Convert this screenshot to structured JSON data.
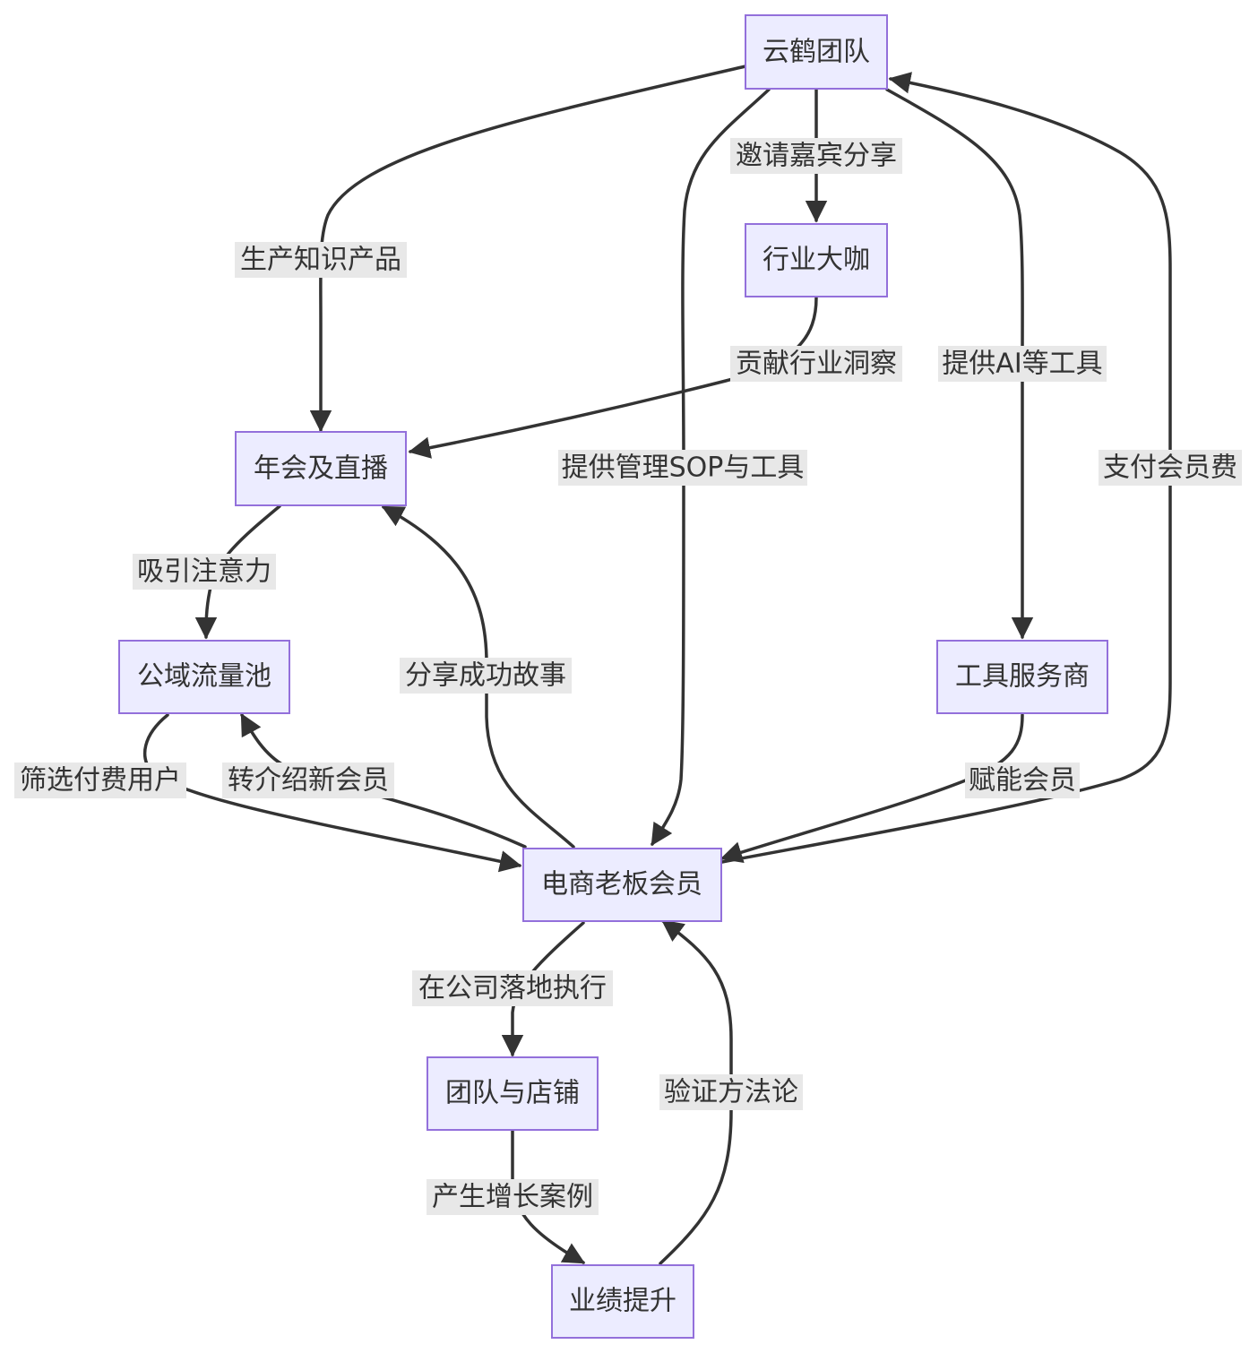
{
  "nodes": {
    "yunhe": "云鹤团队",
    "experts": "行业大咖",
    "annual": "年会及直播",
    "public_pool": "公域流量池",
    "tool_vendors": "工具服务商",
    "members": "电商老板会员",
    "team_store": "团队与店铺",
    "growth": "业绩提升"
  },
  "edges": {
    "e1": "生产知识产品",
    "e2": "邀请嘉宾分享",
    "e3": "提供管理SOP与工具",
    "e4": "提供AI等工具",
    "e5": "支付会员费",
    "e6": "贡献行业洞察",
    "e7": "吸引注意力",
    "e8": "分享成功故事",
    "e9": "筛选付费用户",
    "e10": "转介绍新会员",
    "e11": "赋能会员",
    "e12": "在公司落地执行",
    "e13": "产生增长案例",
    "e14": "验证方法论"
  },
  "colors": {
    "node_fill": "#ececff",
    "node_stroke": "#9370db",
    "edge": "#333333",
    "label_bg": "#e8e8e8",
    "text": "#333333"
  }
}
